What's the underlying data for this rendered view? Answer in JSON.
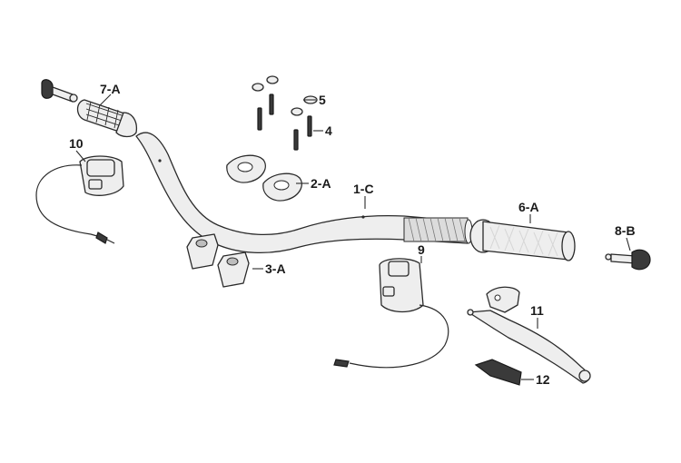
{
  "diagram": {
    "labels": {
      "p7a": "7-A",
      "p10": "10",
      "p5": "5",
      "p4": "4",
      "p2a": "2-A",
      "p1c": "1-C",
      "p6a": "6-A",
      "p8b": "8-B",
      "p9": "9",
      "p3a": "3-A",
      "p11": "11",
      "p12": "12"
    }
  }
}
